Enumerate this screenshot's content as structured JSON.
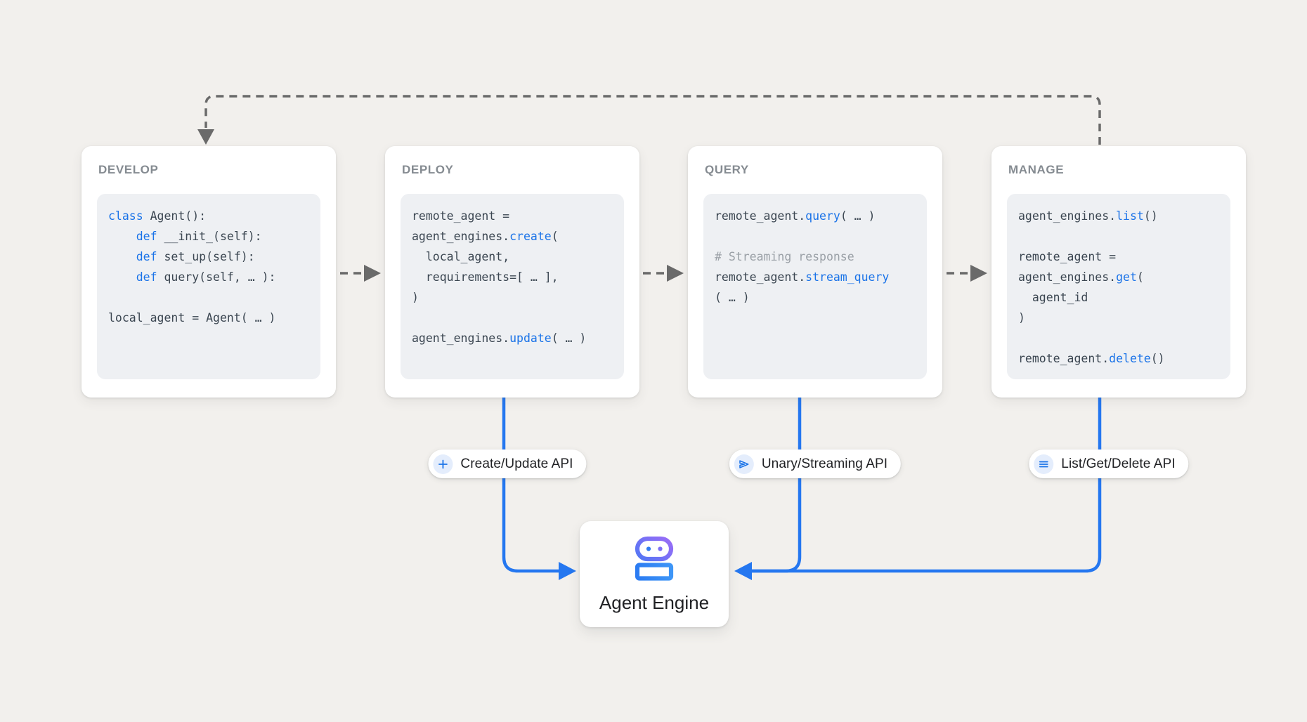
{
  "theme": {
    "background": "#f2f0ed",
    "card_bg": "#ffffff",
    "panel_bg": "#eef0f3",
    "accent_blue": "#2577f0",
    "dash_gray": "#6a6a6a",
    "title_gray": "#858b91",
    "code_text": "#3b4651",
    "code_keyword": "#1a73e8",
    "code_comment": "#9aa0a6",
    "pill_badge_bg": "#e4edfc",
    "robot_gradient": [
      "#2e7cf3",
      "#a26bf7"
    ],
    "robot_body_gradient": [
      "#2a7af2",
      "#3f97f7"
    ]
  },
  "cards": [
    {
      "id": "develop",
      "title": "DEVELOP",
      "code": [
        [
          {
            "t": "class",
            "c": "kw"
          },
          {
            "t": " Agent():",
            "c": "tx"
          }
        ],
        [
          {
            "t": "    ",
            "c": "tx"
          },
          {
            "t": "def",
            "c": "kw"
          },
          {
            "t": " __init_(self):",
            "c": "tx"
          }
        ],
        [
          {
            "t": "    ",
            "c": "tx"
          },
          {
            "t": "def",
            "c": "kw"
          },
          {
            "t": " set_up(self):",
            "c": "tx"
          }
        ],
        [
          {
            "t": "    ",
            "c": "tx"
          },
          {
            "t": "def",
            "c": "kw"
          },
          {
            "t": " query(self, … ):",
            "c": "tx"
          }
        ],
        [],
        [
          {
            "t": "local_agent = Agent( … )",
            "c": "tx"
          }
        ]
      ]
    },
    {
      "id": "deploy",
      "title": "DEPLOY",
      "code": [
        [
          {
            "t": "remote_agent =",
            "c": "tx"
          }
        ],
        [
          {
            "t": "agent_engines.",
            "c": "tx"
          },
          {
            "t": "create",
            "c": "kw"
          },
          {
            "t": "(",
            "c": "tx"
          }
        ],
        [
          {
            "t": "  local_agent,",
            "c": "tx"
          }
        ],
        [
          {
            "t": "  requirements=[ … ],",
            "c": "tx"
          }
        ],
        [
          {
            "t": ")",
            "c": "tx"
          }
        ],
        [],
        [
          {
            "t": "agent_engines.",
            "c": "tx"
          },
          {
            "t": "update",
            "c": "kw"
          },
          {
            "t": "( … )",
            "c": "tx"
          }
        ]
      ]
    },
    {
      "id": "query",
      "title": "QUERY",
      "code": [
        [
          {
            "t": "remote_agent.",
            "c": "tx"
          },
          {
            "t": "query",
            "c": "kw"
          },
          {
            "t": "( … )",
            "c": "tx"
          }
        ],
        [],
        [
          {
            "t": "# Streaming response",
            "c": "cm"
          }
        ],
        [
          {
            "t": "remote_agent.",
            "c": "tx"
          },
          {
            "t": "stream_query",
            "c": "kw"
          }
        ],
        [
          {
            "t": "( … )",
            "c": "tx"
          }
        ]
      ]
    },
    {
      "id": "manage",
      "title": "MANAGE",
      "code": [
        [
          {
            "t": "agent_engines.",
            "c": "tx"
          },
          {
            "t": "list",
            "c": "kw"
          },
          {
            "t": "()",
            "c": "tx"
          }
        ],
        [],
        [
          {
            "t": "remote_agent =",
            "c": "tx"
          }
        ],
        [
          {
            "t": "agent_engines.",
            "c": "tx"
          },
          {
            "t": "get",
            "c": "kw"
          },
          {
            "t": "(",
            "c": "tx"
          }
        ],
        [
          {
            "t": "  agent_id",
            "c": "tx"
          }
        ],
        [
          {
            "t": ")",
            "c": "tx"
          }
        ],
        [],
        [
          {
            "t": "remote_agent.",
            "c": "tx"
          },
          {
            "t": "delete",
            "c": "kw"
          },
          {
            "t": "()",
            "c": "tx"
          }
        ]
      ]
    }
  ],
  "pills": [
    {
      "id": "create-update-api",
      "icon": "plus-icon",
      "label": "Create/Update API"
    },
    {
      "id": "unary-streaming-api",
      "icon": "send-icon",
      "label": "Unary/Streaming API"
    },
    {
      "id": "list-get-delete-api",
      "icon": "list-icon",
      "label": "List/Get/Delete API"
    }
  ],
  "engine": {
    "label": "Agent Engine",
    "icon": "robot-icon"
  }
}
